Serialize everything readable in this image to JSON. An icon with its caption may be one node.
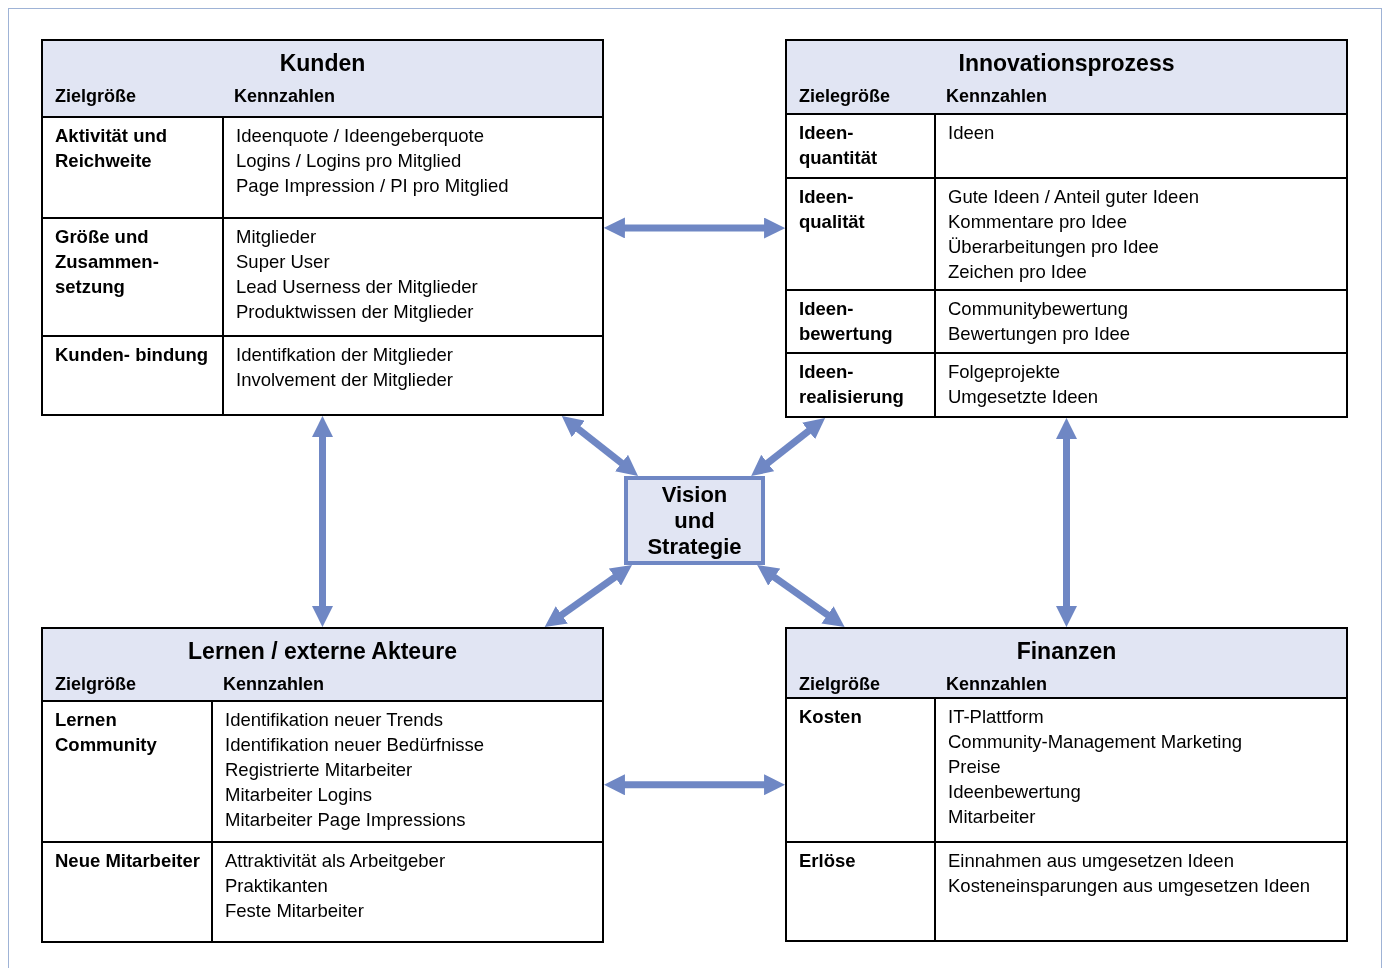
{
  "diagram": {
    "nodes": [
      {
        "text": [
          "Kunden",
          "Zielgröße",
          "Kennzahlen"
        ]
      },
      {
        "text": [
          "Aktivität und Reichweite"
        ],
        "in": 0
      },
      {
        "text": [
          "Ideenquote / Ideengeberquote",
          "Logins / Logins pro Mitglied",
          "Page Impression / PI pro Mitglied"
        ],
        "in": 0
      },
      {
        "text": [
          "Größe und Zusammen- setzung"
        ],
        "in": 0
      },
      {
        "text": [
          "Mitglieder",
          "Super User",
          "Lead Userness der Mitglieder",
          "Produktwissen der Mitglieder"
        ],
        "in": 0
      },
      {
        "text": [
          "Kunden- bindung"
        ],
        "in": 0
      },
      {
        "text": [
          "Identifkation der Mitglieder",
          "Involvement der Mitglieder"
        ],
        "in": 0
      },
      {
        "text": [
          "Innovationsprozess",
          "Zielegröße",
          "Kennzahlen"
        ]
      },
      {
        "text": [
          "Ideen- quantität"
        ],
        "in": 7
      },
      {
        "text": [
          "Ideen"
        ],
        "in": 7
      },
      {
        "text": [
          "Ideen- qualität"
        ],
        "in": 7
      },
      {
        "text": [
          "Gute Ideen / Anteil guter Ideen",
          "Kommentare pro Idee",
          "Überarbeitungen pro Idee",
          "Zeichen pro Idee"
        ],
        "in": 7
      },
      {
        "text": [
          "Ideen- bewertung"
        ],
        "in": 7
      },
      {
        "text": [
          "Communitybewertung",
          "Bewertungen pro Idee"
        ],
        "in": 7
      },
      {
        "text": [
          "Ideen- realisierung"
        ],
        "in": 7
      },
      {
        "text": [
          "Folgeprojekte",
          "Umgesetzte Ideen"
        ],
        "in": 7
      },
      {
        "text": [
          "Vision und Strategie"
        ]
      },
      {
        "text": [
          "Lernen / externe Akteure",
          "Zielgröße",
          "Kennzahlen"
        ]
      },
      {
        "text": [
          "Lernen Community"
        ],
        "in": 17
      },
      {
        "text": [
          "Identifikation neuer Trends",
          "Identifikation neuer Bedürfnisse",
          "Registrierte Mitarbeiter",
          "Mitarbeiter Logins",
          "Mitarbeiter Page Impressions"
        ],
        "in": 17
      },
      {
        "text": [
          "Neue Mitarbeiter"
        ],
        "in": 17
      },
      {
        "text": [
          "Attraktivität als Arbeitgeber",
          "Praktikanten",
          "Feste Mitarbeiter"
        ],
        "in": 17
      },
      {
        "text": [
          "Finanzen",
          "Zielgröße",
          "Kennzahlen"
        ]
      },
      {
        "text": [
          "Kosten"
        ],
        "in": 22
      },
      {
        "text": [
          "IT-Plattform",
          "Community-Management Marketing",
          "Preise",
          "Ideenbewertung",
          "Mitarbeiter"
        ],
        "in": 22
      },
      {
        "text": [
          "Erlöse"
        ],
        "in": 22
      },
      {
        "text": [
          "Einnahmen aus umgesetzen Ideen",
          "Kosteneinsparungen aus umgesetzen Ideen"
        ],
        "in": 22
      }
    ],
    "edges": [
      {
        "from": 0,
        "to": 7,
        "arrow": "both"
      },
      {
        "from": 0,
        "to": 17,
        "arrow": "both"
      },
      {
        "from": 7,
        "to": 22,
        "arrow": "both"
      },
      {
        "from": 17,
        "to": 22,
        "arrow": "both"
      },
      {
        "from": 16,
        "to": 0,
        "arrow": "both"
      },
      {
        "from": 16,
        "to": 7,
        "arrow": "both"
      },
      {
        "from": 16,
        "to": 17,
        "arrow": "both"
      },
      {
        "from": 16,
        "to": 22,
        "arrow": "both"
      }
    ]
  }
}
